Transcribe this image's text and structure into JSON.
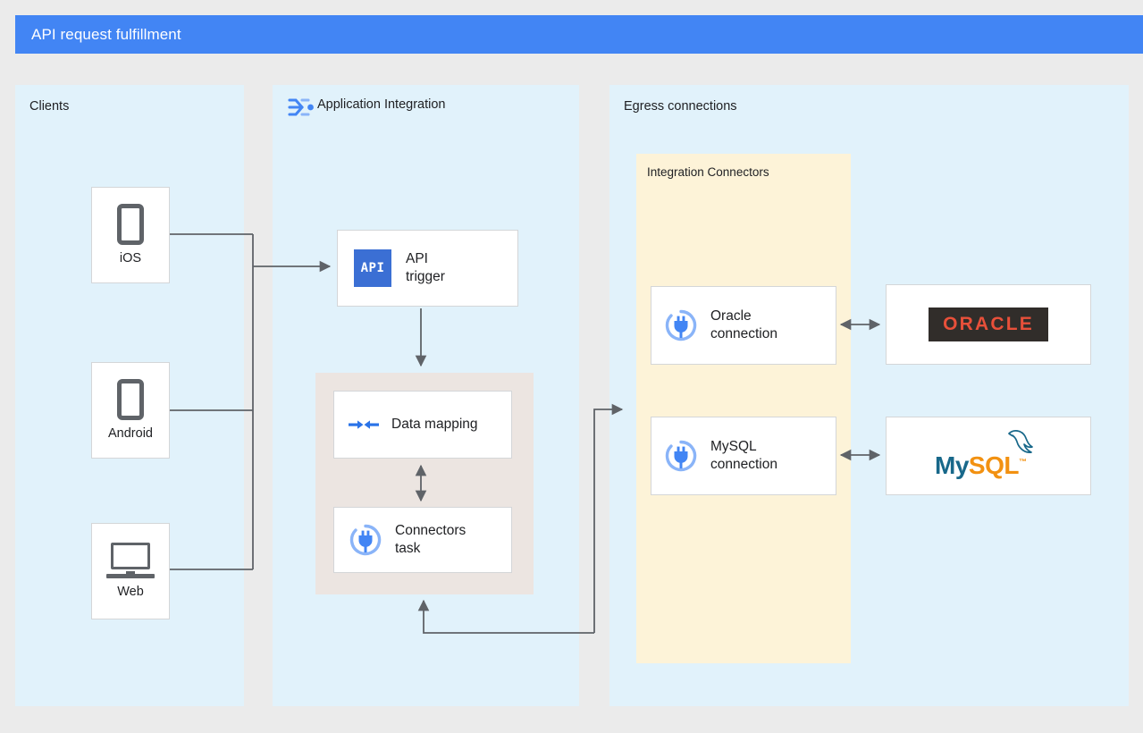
{
  "header": {
    "title": "API request fulfillment",
    "color": "#4285f4"
  },
  "panels": {
    "clients": {
      "label": "Clients",
      "color": "#e1f2fb"
    },
    "application_integration": {
      "label": "Application Integration",
      "icon": "application-integration-icon",
      "color": "#e1f2fb"
    },
    "egress": {
      "label": "Egress connections",
      "color": "#e1f2fb"
    },
    "integration_connectors": {
      "label": "Integration Connectors",
      "color": "#fdf3d8"
    }
  },
  "clients": [
    {
      "label": "iOS",
      "icon": "phone-icon"
    },
    {
      "label": "Android",
      "icon": "phone-icon"
    },
    {
      "label": "Web",
      "icon": "laptop-icon"
    }
  ],
  "tasks": {
    "api_trigger": {
      "label": "API\ntrigger",
      "line1": "API",
      "line2": "trigger",
      "icon": "api-icon",
      "icon_text": "API",
      "icon_color": "#3b6fd4"
    },
    "data_mapping": {
      "label": "Data mapping",
      "icon": "data-mapping-icon"
    },
    "connectors_task": {
      "line1": "Connectors",
      "line2": "task",
      "icon": "connectors-plug-icon"
    }
  },
  "connections": [
    {
      "label_line1": "Oracle",
      "label_line2": "connection",
      "icon": "connectors-plug-icon",
      "target_logo": "oracle-logo",
      "target_text": "ORACLE"
    },
    {
      "label_line1": "MySQL",
      "label_line2": "connection",
      "icon": "connectors-plug-icon",
      "target_logo": "mysql-logo",
      "target_text_1": "My",
      "target_text_2": "SQL"
    }
  ],
  "colors": {
    "background": "#ebebeb",
    "panel_blue": "#e1f2fb",
    "panel_cream": "#fdf3d8",
    "group_beige": "#ece5e1",
    "wire": "#5f6368",
    "icon_blue": "#4285f4",
    "oracle_red": "#e8503a",
    "oracle_dark": "#312d2a",
    "mysql_teal": "#18688a",
    "mysql_orange": "#f29111"
  }
}
